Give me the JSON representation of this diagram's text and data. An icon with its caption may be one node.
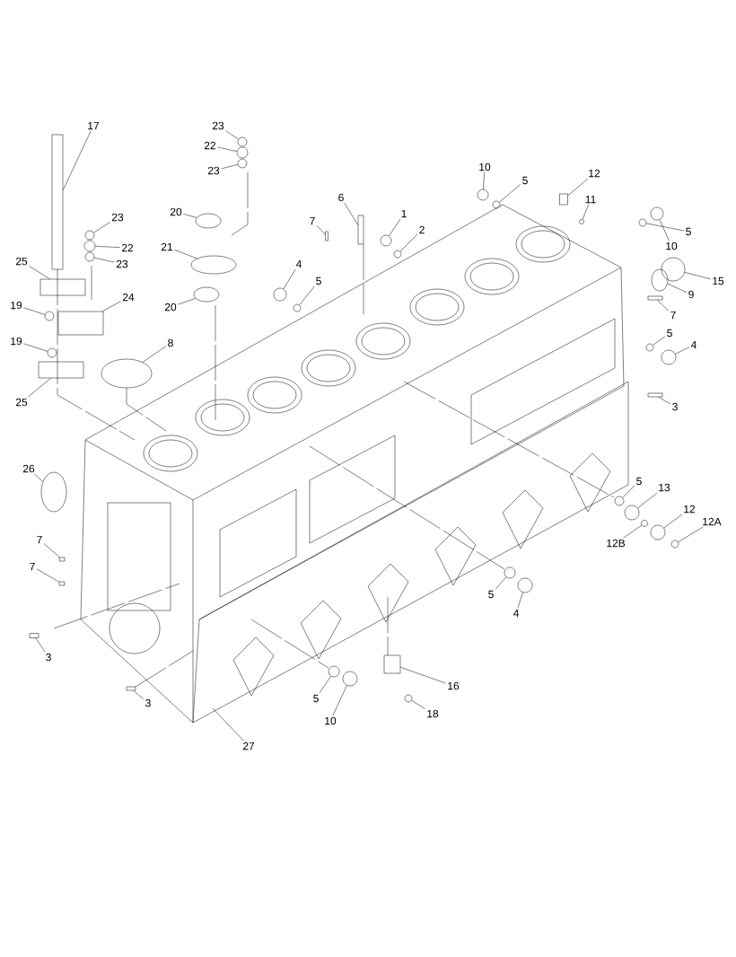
{
  "diagram": {
    "nodes": [
      {
        "text": [
          "17"
        ]
      },
      {
        "text": [
          "23"
        ]
      },
      {
        "text": [
          "22"
        ]
      },
      {
        "text": [
          "23"
        ]
      },
      {
        "text": [
          "20"
        ]
      },
      {
        "text": [
          "21"
        ]
      },
      {
        "text": [
          "20"
        ]
      },
      {
        "text": [
          "23"
        ]
      },
      {
        "text": [
          "22"
        ]
      },
      {
        "text": [
          "23"
        ]
      },
      {
        "text": [
          "25"
        ]
      },
      {
        "text": [
          "19"
        ]
      },
      {
        "text": [
          "24"
        ]
      },
      {
        "text": [
          "19"
        ]
      },
      {
        "text": [
          "25"
        ]
      },
      {
        "text": [
          "8"
        ]
      },
      {
        "text": [
          "7"
        ]
      },
      {
        "text": [
          "6"
        ]
      },
      {
        "text": [
          "4"
        ]
      },
      {
        "text": [
          "5"
        ]
      },
      {
        "text": [
          "1"
        ]
      },
      {
        "text": [
          "2"
        ]
      },
      {
        "text": [
          "10"
        ]
      },
      {
        "text": [
          "5"
        ]
      },
      {
        "text": [
          "12"
        ]
      },
      {
        "text": [
          "11"
        ]
      },
      {
        "text": [
          "5"
        ]
      },
      {
        "text": [
          "10"
        ]
      },
      {
        "text": [
          "15"
        ]
      },
      {
        "text": [
          "9"
        ]
      },
      {
        "text": [
          "7"
        ]
      },
      {
        "text": [
          "5"
        ]
      },
      {
        "text": [
          "4"
        ]
      },
      {
        "text": [
          "3"
        ]
      },
      {
        "text": [
          "26"
        ]
      },
      {
        "text": [
          "7"
        ]
      },
      {
        "text": [
          "7"
        ]
      },
      {
        "text": [
          "3"
        ]
      },
      {
        "text": [
          "5"
        ]
      },
      {
        "text": [
          "13"
        ]
      },
      {
        "text": [
          "12"
        ]
      },
      {
        "text": [
          "12A"
        ]
      },
      {
        "text": [
          "12B"
        ]
      },
      {
        "text": [
          "5"
        ]
      },
      {
        "text": [
          "4"
        ]
      },
      {
        "text": [
          "16"
        ]
      },
      {
        "text": [
          "18"
        ]
      },
      {
        "text": [
          "3"
        ]
      },
      {
        "text": [
          "5"
        ]
      },
      {
        "text": [
          "10"
        ]
      },
      {
        "text": [
          "27"
        ]
      },
      {
        "text": [],
        "shape": "box"
      },
      {
        "text": [],
        "shape": "circle"
      },
      {
        "text": [],
        "shape": "circle"
      },
      {
        "text": [],
        "shape": "circle"
      },
      {
        "text": [],
        "shape": "circle"
      },
      {
        "text": [],
        "shape": "circle"
      },
      {
        "text": [],
        "shape": "circle"
      },
      {
        "text": [],
        "shape": "circle"
      },
      {
        "text": [],
        "shape": "circle"
      },
      {
        "text": [],
        "shape": "circle"
      },
      {
        "text": [],
        "shape": "box"
      },
      {
        "text": [],
        "shape": "circle"
      },
      {
        "text": [],
        "shape": "box"
      },
      {
        "text": [],
        "shape": "circle"
      },
      {
        "text": [],
        "shape": "box"
      },
      {
        "text": [],
        "shape": "circle"
      },
      {
        "text": [],
        "shape": "box"
      },
      {
        "text": [],
        "shape": "box"
      },
      {
        "text": [],
        "shape": "circle"
      },
      {
        "text": [],
        "shape": "circle"
      },
      {
        "text": [],
        "shape": "circle"
      },
      {
        "text": [],
        "shape": "circle"
      },
      {
        "text": [],
        "shape": "circle"
      },
      {
        "text": [],
        "shape": "circle"
      },
      {
        "text": [],
        "shape": "box"
      },
      {
        "text": [],
        "shape": "circle"
      },
      {
        "text": [],
        "shape": "circle"
      },
      {
        "text": [],
        "shape": "circle"
      },
      {
        "text": [],
        "shape": "circle"
      },
      {
        "text": [],
        "shape": "circle"
      },
      {
        "text": [],
        "shape": "box"
      },
      {
        "text": [],
        "shape": "circle"
      },
      {
        "text": [],
        "shape": "circle"
      },
      {
        "text": [],
        "shape": "box"
      },
      {
        "text": [],
        "shape": "circle"
      },
      {
        "text": [],
        "shape": "box"
      },
      {
        "text": [],
        "shape": "box"
      },
      {
        "text": [],
        "shape": "box"
      },
      {
        "text": [],
        "shape": "circle"
      },
      {
        "text": [],
        "shape": "circle"
      },
      {
        "text": [],
        "shape": "circle"
      },
      {
        "text": [],
        "shape": "circle"
      },
      {
        "text": [],
        "shape": "circle"
      },
      {
        "text": [],
        "shape": "circle"
      },
      {
        "text": [],
        "shape": "circle"
      },
      {
        "text": [],
        "shape": "box"
      },
      {
        "text": [],
        "shape": "circle"
      },
      {
        "text": [],
        "shape": "box"
      },
      {
        "text": [],
        "shape": "circle"
      },
      {
        "text": [],
        "shape": "circle"
      }
    ],
    "edges": [
      {
        "from": 0,
        "to": 51,
        "arrow": "none"
      },
      {
        "from": 1,
        "to": 52,
        "arrow": "none"
      },
      {
        "from": 2,
        "to": 53,
        "arrow": "none"
      },
      {
        "from": 3,
        "to": 54,
        "arrow": "none"
      },
      {
        "from": 4,
        "to": 55,
        "arrow": "none"
      },
      {
        "from": 5,
        "to": 56,
        "arrow": "none"
      },
      {
        "from": 6,
        "to": 57,
        "arrow": "none"
      },
      {
        "from": 7,
        "to": 58,
        "arrow": "none"
      },
      {
        "from": 8,
        "to": 59,
        "arrow": "none"
      },
      {
        "from": 9,
        "to": 60,
        "arrow": "none"
      },
      {
        "from": 10,
        "to": 61,
        "arrow": "none"
      },
      {
        "from": 11,
        "to": 62,
        "arrow": "none"
      },
      {
        "from": 12,
        "to": 63,
        "arrow": "none"
      },
      {
        "from": 13,
        "to": 64,
        "arrow": "none"
      },
      {
        "from": 14,
        "to": 65,
        "arrow": "none"
      },
      {
        "from": 15,
        "to": 66,
        "arrow": "none"
      },
      {
        "from": 16,
        "to": 67,
        "arrow": "none"
      },
      {
        "from": 17,
        "to": 68,
        "arrow": "none"
      },
      {
        "from": 18,
        "to": 69,
        "arrow": "none"
      },
      {
        "from": 19,
        "to": 70,
        "arrow": "none"
      },
      {
        "from": 20,
        "to": 71,
        "arrow": "none"
      },
      {
        "from": 21,
        "to": 72,
        "arrow": "none"
      },
      {
        "from": 22,
        "to": 73,
        "arrow": "none"
      },
      {
        "from": 23,
        "to": 74,
        "arrow": "none"
      },
      {
        "from": 24,
        "to": 75,
        "arrow": "none"
      },
      {
        "from": 25,
        "to": 76,
        "arrow": "none"
      },
      {
        "from": 26,
        "to": 77,
        "arrow": "none"
      },
      {
        "from": 27,
        "to": 78,
        "arrow": "none"
      },
      {
        "from": 28,
        "to": 79,
        "arrow": "none"
      },
      {
        "from": 29,
        "to": 80,
        "arrow": "none"
      },
      {
        "from": 30,
        "to": 81,
        "arrow": "none"
      },
      {
        "from": 31,
        "to": 82,
        "arrow": "none"
      },
      {
        "from": 32,
        "to": 83,
        "arrow": "none"
      },
      {
        "from": 33,
        "to": 84,
        "arrow": "none"
      },
      {
        "from": 34,
        "to": 85,
        "arrow": "none"
      },
      {
        "from": 35,
        "to": 86,
        "arrow": "none"
      },
      {
        "from": 36,
        "to": 87,
        "arrow": "none"
      },
      {
        "from": 37,
        "to": 88,
        "arrow": "none"
      },
      {
        "from": 38,
        "to": 89,
        "arrow": "none"
      },
      {
        "from": 39,
        "to": 90,
        "arrow": "none"
      },
      {
        "from": 40,
        "to": 91,
        "arrow": "none"
      },
      {
        "from": 41,
        "to": 92,
        "arrow": "none"
      },
      {
        "from": 42,
        "to": 93,
        "arrow": "none"
      },
      {
        "from": 43,
        "to": 94,
        "arrow": "none"
      },
      {
        "from": 44,
        "to": 95,
        "arrow": "none"
      },
      {
        "from": 45,
        "to": 96,
        "arrow": "none"
      },
      {
        "from": 46,
        "to": 97,
        "arrow": "none"
      },
      {
        "from": 47,
        "to": 98,
        "arrow": "none"
      },
      {
        "from": 48,
        "to": 99,
        "arrow": "none"
      },
      {
        "from": 49,
        "to": 100,
        "arrow": "none"
      },
      {
        "from": 50,
        "to": null,
        "arrow": "none"
      }
    ]
  }
}
